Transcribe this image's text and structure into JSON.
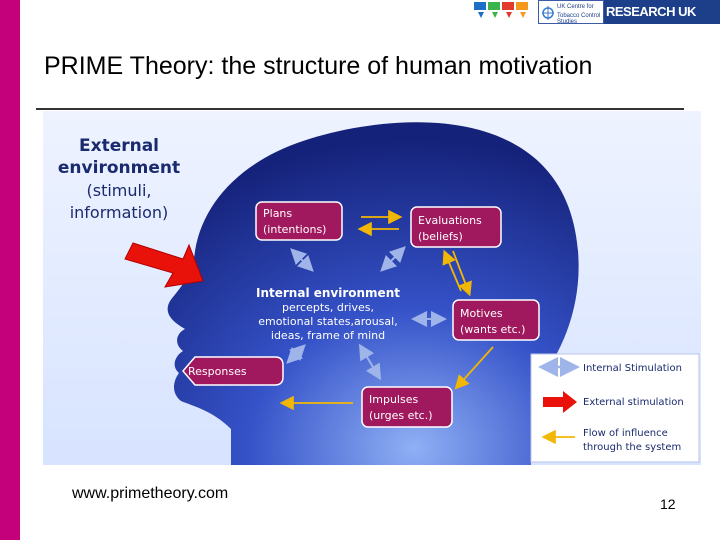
{
  "slide": {
    "title": "PRIME Theory: the structure of human motivation",
    "footer_url": "www.primetheory.com",
    "page_number": "12"
  },
  "logos": {
    "logo_b_line1": "UK Centre for",
    "logo_b_line2": "Tobacco Control Studies",
    "logo_c_text": "RESEARCH UK"
  },
  "diagram": {
    "external_env": [
      "External",
      "environment",
      "(stimuli,",
      "information)"
    ],
    "plans": [
      "Plans",
      "(intentions)"
    ],
    "evaluations": [
      "Evaluations",
      "(beliefs)"
    ],
    "internal_env_title": "Internal environment",
    "internal_env_lines": [
      "percepts, drives,",
      "emotional states,arousal,",
      "ideas, frame of mind"
    ],
    "motives": [
      "Motives",
      "(wants etc.)"
    ],
    "responses": "Responses",
    "impulses": [
      "Impulses",
      "(urges etc.)"
    ],
    "legend": {
      "internal": "Internal Stimulation",
      "external": "External stimulation",
      "flow": [
        "Flow of influence",
        "through the system"
      ]
    }
  },
  "colors": {
    "brand_bar": "#c4007a",
    "box_fill": "#a0195e",
    "box_border": "#ffffff",
    "head_dark": "#1a2a8a",
    "head_light": "#c8d8ff",
    "red_arrow": "#e8120b",
    "yellow_arrow": "#f2b705",
    "blue_arrow": "#9fb4e8"
  }
}
